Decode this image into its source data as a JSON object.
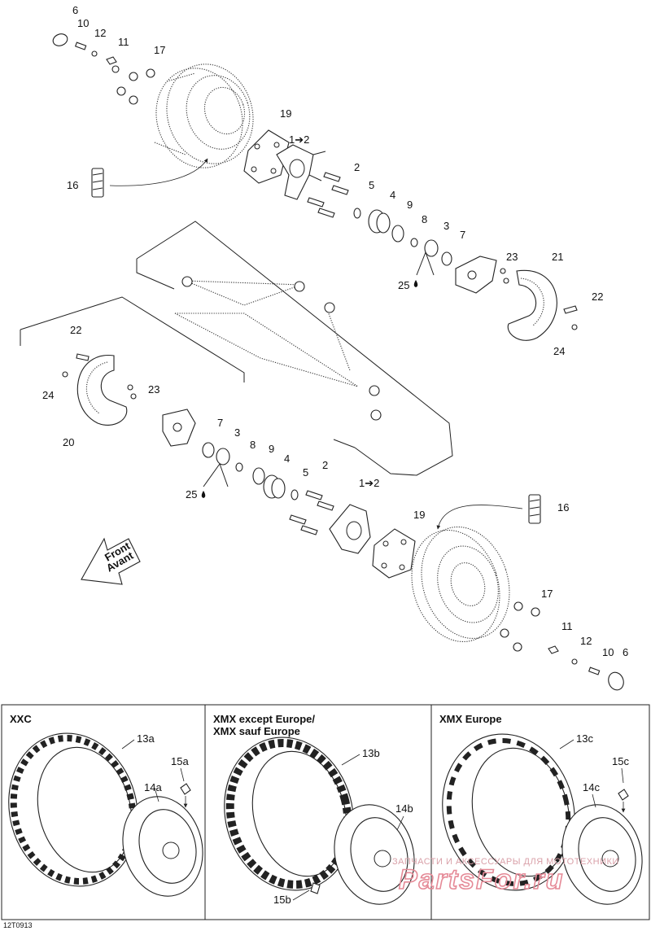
{
  "diagram": {
    "figure_code": "12T0913",
    "front_label_en": "Front",
    "front_label_fr": "Avant",
    "callouts": [
      {
        "id": "c6a",
        "text": "6"
      },
      {
        "id": "c10a",
        "text": "10"
      },
      {
        "id": "c12a",
        "text": "12"
      },
      {
        "id": "c11a",
        "text": "11"
      },
      {
        "id": "c17a",
        "text": "17"
      },
      {
        "id": "c19a",
        "text": "19"
      },
      {
        "id": "c1a",
        "text": "1➔2"
      },
      {
        "id": "c16a",
        "text": "16"
      },
      {
        "id": "c2a",
        "text": "2"
      },
      {
        "id": "c5a",
        "text": "5"
      },
      {
        "id": "c4a",
        "text": "4"
      },
      {
        "id": "c9a",
        "text": "9"
      },
      {
        "id": "c8a",
        "text": "8"
      },
      {
        "id": "c3a",
        "text": "3"
      },
      {
        "id": "c7a",
        "text": "7"
      },
      {
        "id": "c23a",
        "text": "23"
      },
      {
        "id": "c21",
        "text": "21"
      },
      {
        "id": "c22a",
        "text": "22"
      },
      {
        "id": "c25a",
        "text": "25"
      },
      {
        "id": "c24a",
        "text": "24"
      },
      {
        "id": "c22b",
        "text": "22"
      },
      {
        "id": "c24b",
        "text": "24"
      },
      {
        "id": "c23b",
        "text": "23"
      },
      {
        "id": "c20",
        "text": "20"
      },
      {
        "id": "c7b",
        "text": "7"
      },
      {
        "id": "c3b",
        "text": "3"
      },
      {
        "id": "c8b",
        "text": "8"
      },
      {
        "id": "c9b",
        "text": "9"
      },
      {
        "id": "c4b",
        "text": "4"
      },
      {
        "id": "c5b",
        "text": "5"
      },
      {
        "id": "c2b",
        "text": "2"
      },
      {
        "id": "c1b",
        "text": "1➔2"
      },
      {
        "id": "c25b",
        "text": "25"
      },
      {
        "id": "c19b",
        "text": "19"
      },
      {
        "id": "c16b",
        "text": "16"
      },
      {
        "id": "c17b",
        "text": "17"
      },
      {
        "id": "c11b",
        "text": "11"
      },
      {
        "id": "c12b",
        "text": "12"
      },
      {
        "id": "c10b",
        "text": "10"
      },
      {
        "id": "c6b",
        "text": "6"
      }
    ],
    "panels": [
      {
        "title_line1": "XXC",
        "title_line2": "",
        "tire": "13a",
        "rim": "14a",
        "valve": "15a",
        "extra": ""
      },
      {
        "title_line1": "XMX except Europe/",
        "title_line2": "XMX sauf Europe",
        "tire": "13b",
        "rim": "14b",
        "valve": "",
        "extra": "15b"
      },
      {
        "title_line1": "XMX Europe",
        "title_line2": "",
        "tire": "13c",
        "rim": "14c",
        "valve": "15c",
        "extra": ""
      }
    ],
    "watermark_small": "ЗАПЧАСТИ И АКСЕССУАРЫ ДЛЯ МОТОТЕХНИКИ",
    "watermark_big": "PartsFor.ru"
  }
}
